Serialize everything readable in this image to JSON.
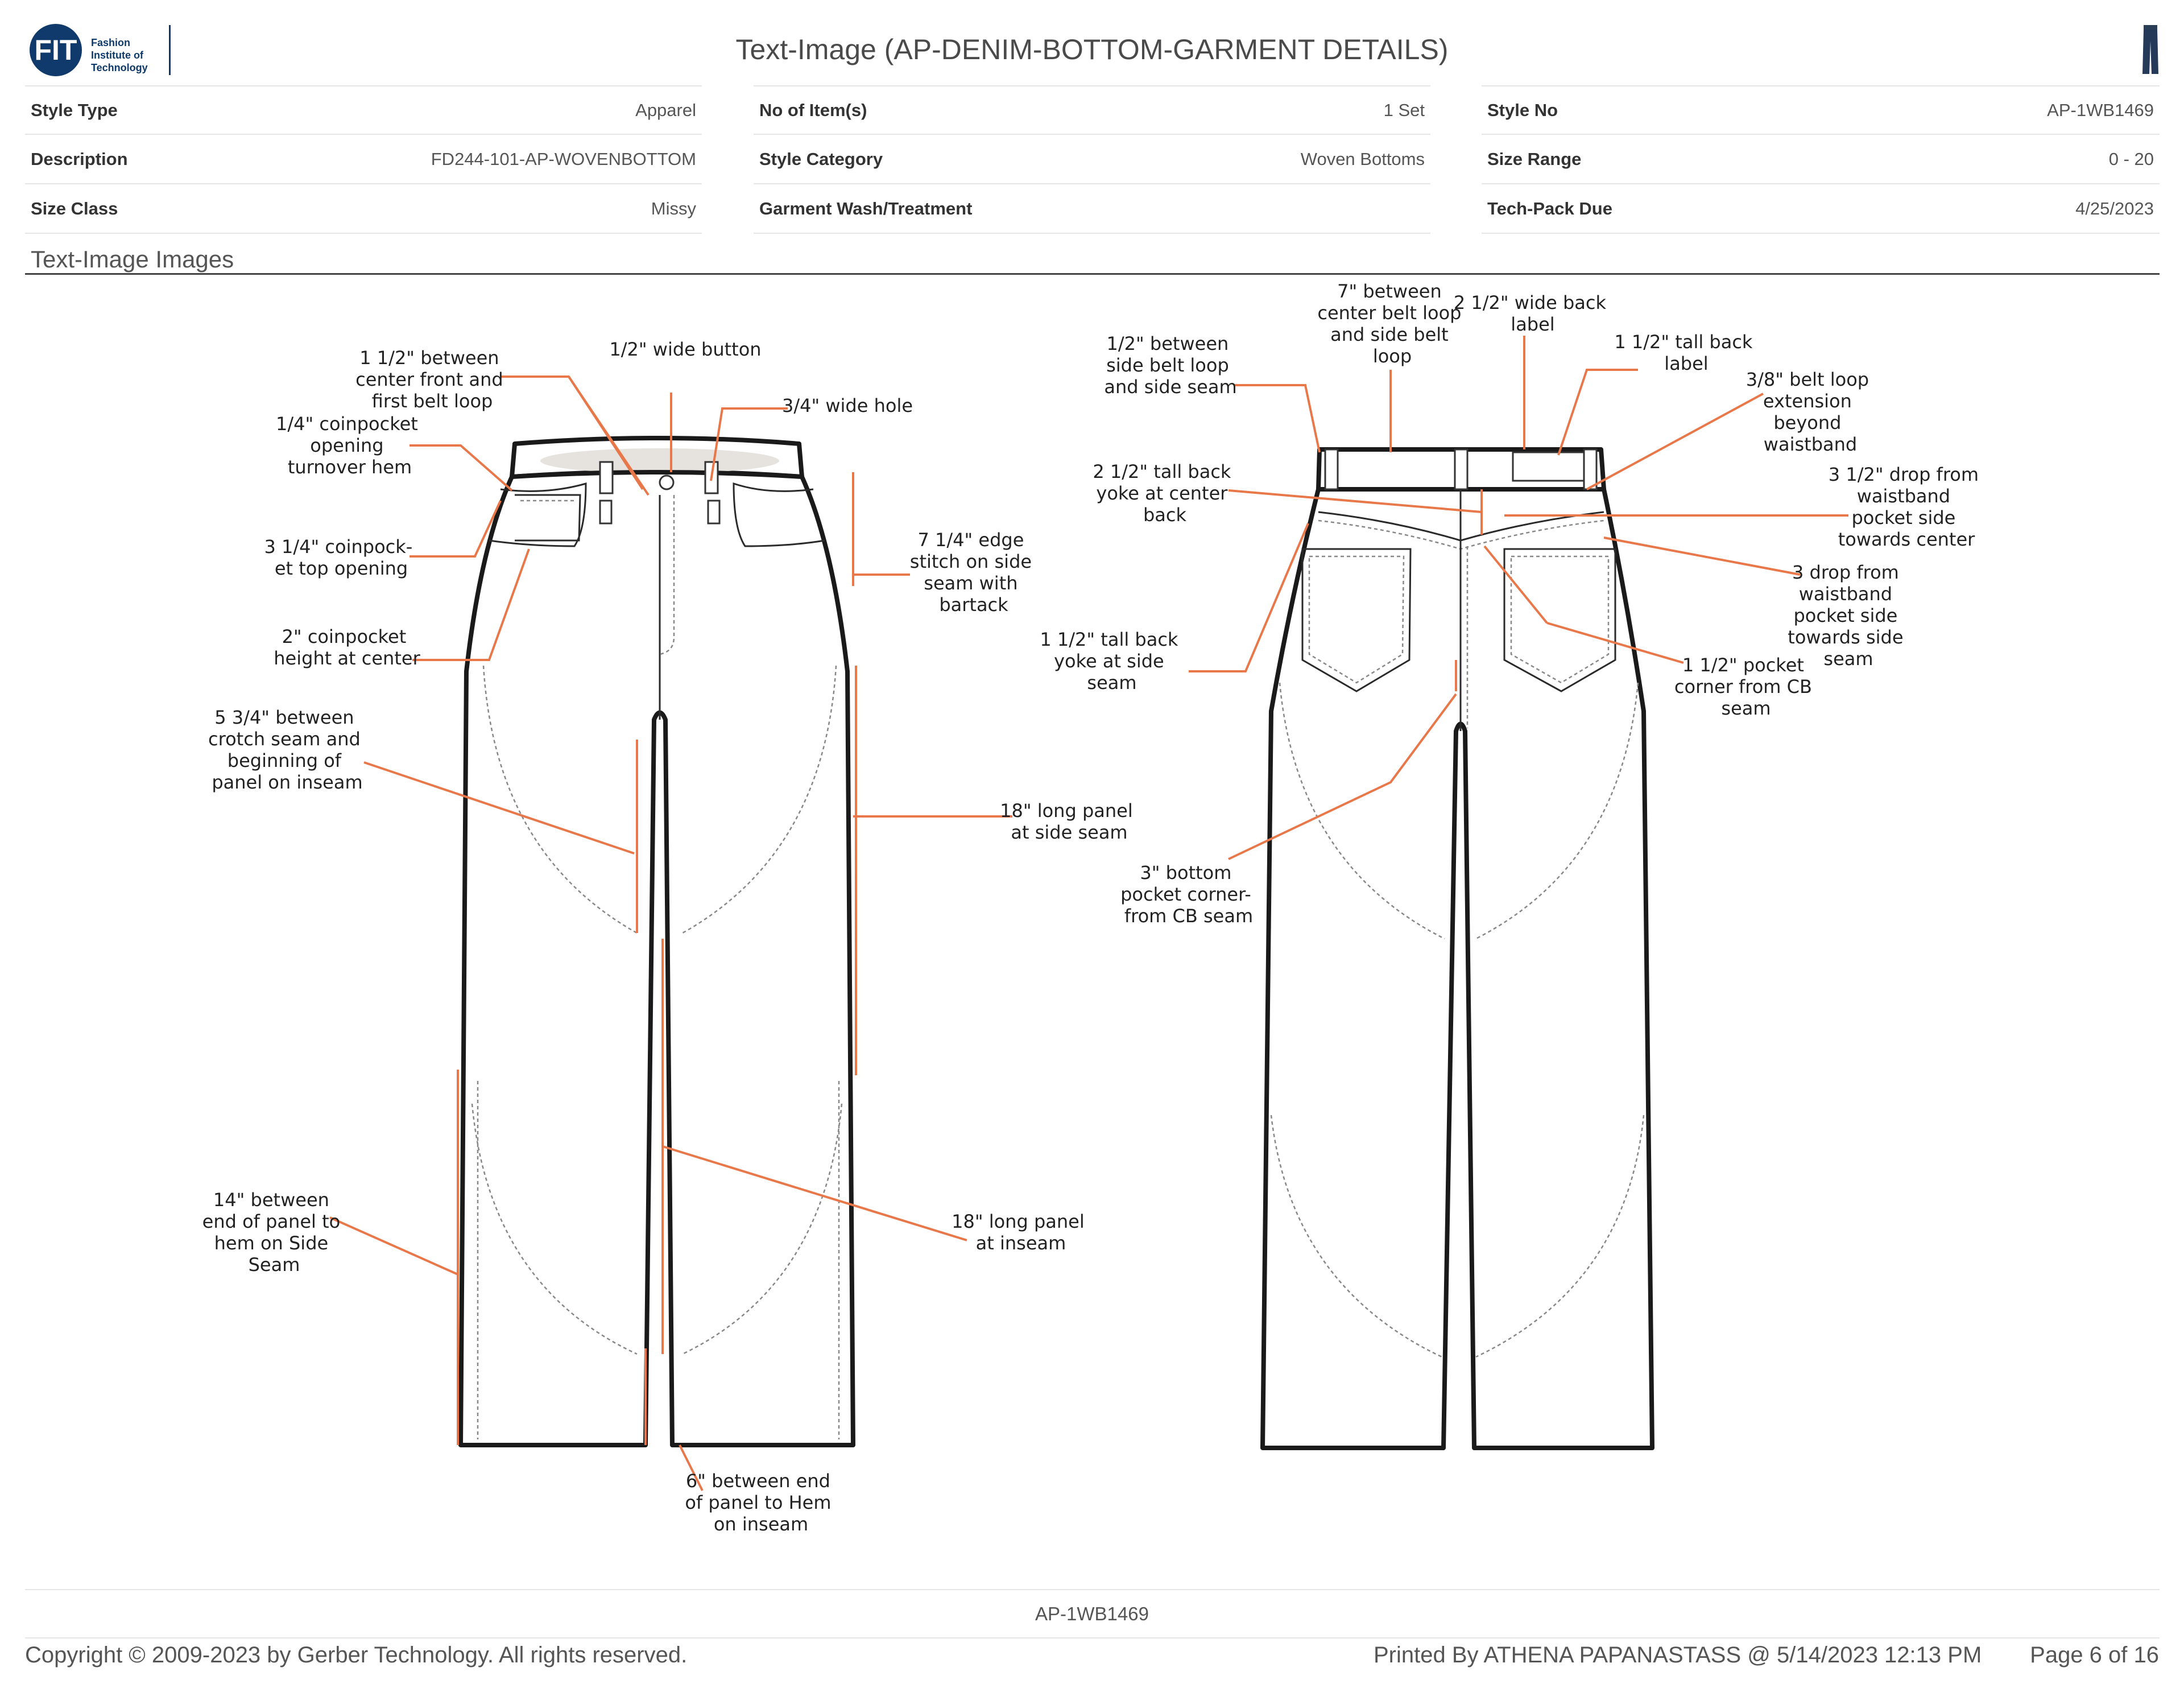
{
  "header": {
    "logo_initials": "FIT",
    "logo_name": "Fashion Institute of Technology",
    "title": "Text-Image (AP-DENIM-BOTTOM-GARMENT DETAILS)"
  },
  "info": {
    "col1": [
      {
        "label": "Style Type",
        "value": "Apparel"
      },
      {
        "label": "Description",
        "value": "FD244-101-AP-WOVENBOTTOM"
      },
      {
        "label": "Size Class",
        "value": "Missy"
      }
    ],
    "col2": [
      {
        "label": "No of Item(s)",
        "value": "1 Set"
      },
      {
        "label": "Style Category",
        "value": "Woven Bottoms"
      },
      {
        "label": "Garment Wash/Treatment",
        "value": ""
      }
    ],
    "col3": [
      {
        "label": "Style No",
        "value": "AP-1WB1469"
      },
      {
        "label": "Size Range",
        "value": "0 - 20"
      },
      {
        "label": "Tech-Pack Due",
        "value": "4/25/2023"
      }
    ]
  },
  "section_title": "Text-Image Images",
  "callouts": {
    "front": {
      "between_cf_belt_loop": [
        "1 1/2\" between",
        "center front and",
        "first belt loop"
      ],
      "wide_button": [
        "1/2\" wide button"
      ],
      "wide_hole": [
        "3/4\" wide hole"
      ],
      "coinpocket_opening": [
        "1/4\" coinpocket",
        "opening",
        "turnover hem"
      ],
      "coinpocket_top": [
        "3 1/4\" coinpock-",
        "et top opening"
      ],
      "edge_stitch": [
        "7 1/4\" edge",
        "stitch on side",
        "seam with",
        "bartack"
      ],
      "coinpocket_height": [
        "2\" coinpocket",
        "height at center"
      ],
      "crotch_panel": [
        "5 3/4\" between",
        "crotch seam and",
        "beginning of",
        "panel on inseam"
      ],
      "panel_side_seam": [
        "18\" long panel",
        "at side seam"
      ],
      "panel_hem_side": [
        "14\" between",
        "end of panel to",
        "hem on Side",
        "Seam"
      ],
      "panel_inseam": [
        "18\" long panel",
        "at inseam"
      ],
      "panel_hem_inseam": [
        "6\" between end",
        "of panel to Hem",
        "on inseam"
      ]
    },
    "back": {
      "cb_side_belt_loop": [
        "7\" between",
        "center belt loop",
        "and side belt",
        "loop"
      ],
      "back_label_wide": [
        "2 1/2\" wide back",
        "label"
      ],
      "side_belt_loop": [
        "1/2\" between",
        "side belt loop",
        "and side seam"
      ],
      "back_label_tall": [
        "1 1/2\" tall back",
        "label"
      ],
      "belt_loop_ext": [
        "3/8\" belt loop",
        "extension",
        "beyond",
        "waistband"
      ],
      "yoke_center": [
        "2 1/2\" tall back",
        "yoke at center",
        "back"
      ],
      "drop_center": [
        "3 1/2\" drop from",
        "waistband",
        "pocket side",
        "towards center"
      ],
      "drop_side": [
        "3 drop from",
        "waistband",
        "pocket side",
        "towards side",
        "seam"
      ],
      "yoke_side": [
        "1 1/2\" tall back",
        "yoke at side",
        "seam"
      ],
      "pocket_corner": [
        "1 1/2\" pocket",
        "corner from CB",
        "seam"
      ],
      "bottom_pocket": [
        "3\" bottom",
        "pocket corner-",
        "from CB seam"
      ]
    }
  },
  "footer": {
    "style_code": "AP-1WB1469",
    "copyright": "Copyright © 2009-2023 by Gerber Technology. All rights reserved.",
    "printed_by": "Printed By ATHENA PAPANASTASS @ 5/14/2023 12:13 PM",
    "page": "Page 6 of 16"
  },
  "colors": {
    "brand": "#0f3a6b",
    "leader_lines": "#e8784a"
  }
}
